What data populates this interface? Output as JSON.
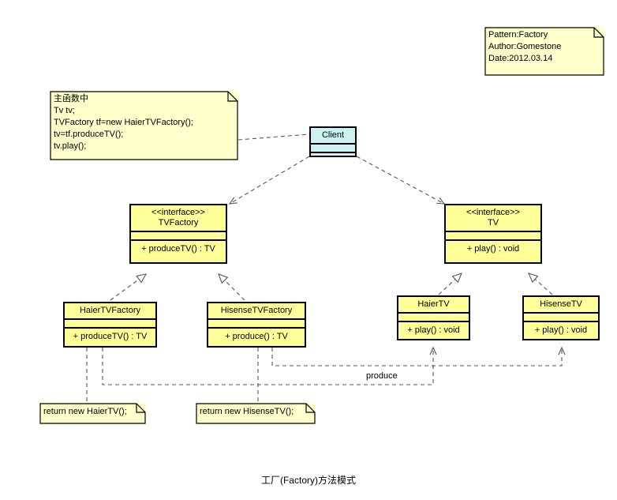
{
  "diagram": {
    "caption": "工厂(Factory)方法模式",
    "colors": {
      "class_fill": "#ffff99",
      "client_fill": "#ccf2f2",
      "note_fill": "#ffffcc",
      "stroke": "#000000",
      "edge": "#555555",
      "background": "#ffffff"
    }
  },
  "header_note": {
    "name": "pattern-info-note",
    "lines": "Pattern:Factory\nAuthor:Gomestone\nDate:2012.03.14"
  },
  "main_note": {
    "name": "main-function-note",
    "lines": "主函数中\nTv tv;\nTVFactory tf=new HaierTVFactory();\ntv=tf.produceTV();\ntv.play();"
  },
  "classes": {
    "client": {
      "title": "Client",
      "stereotype": "",
      "operations": []
    },
    "tvfactory": {
      "stereotype": "<<interface>>",
      "title": "TVFactory",
      "operations": [
        "+ produceTV() : TV"
      ]
    },
    "tv": {
      "stereotype": "<<interface>>",
      "title": "TV",
      "operations": [
        "+ play() : void"
      ]
    },
    "haier_tv_factory": {
      "stereotype": "",
      "title": "HaierTVFactory",
      "operations": [
        "+ produceTV() : TV"
      ]
    },
    "hisense_tv_factory": {
      "stereotype": "",
      "title": "HisenseTVFactory",
      "operations": [
        "+ produce() : TV"
      ]
    },
    "haier_tv": {
      "stereotype": "",
      "title": "HaierTV",
      "operations": [
        "+ play() : void"
      ]
    },
    "hisense_tv": {
      "stereotype": "",
      "title": "HisenseTV",
      "operations": [
        "+ play() : void"
      ]
    }
  },
  "notes": {
    "haier_return": "return new HaierTV();",
    "hisense_return": "return new HisenseTV();"
  },
  "edges": {
    "produce_label": "produce"
  }
}
